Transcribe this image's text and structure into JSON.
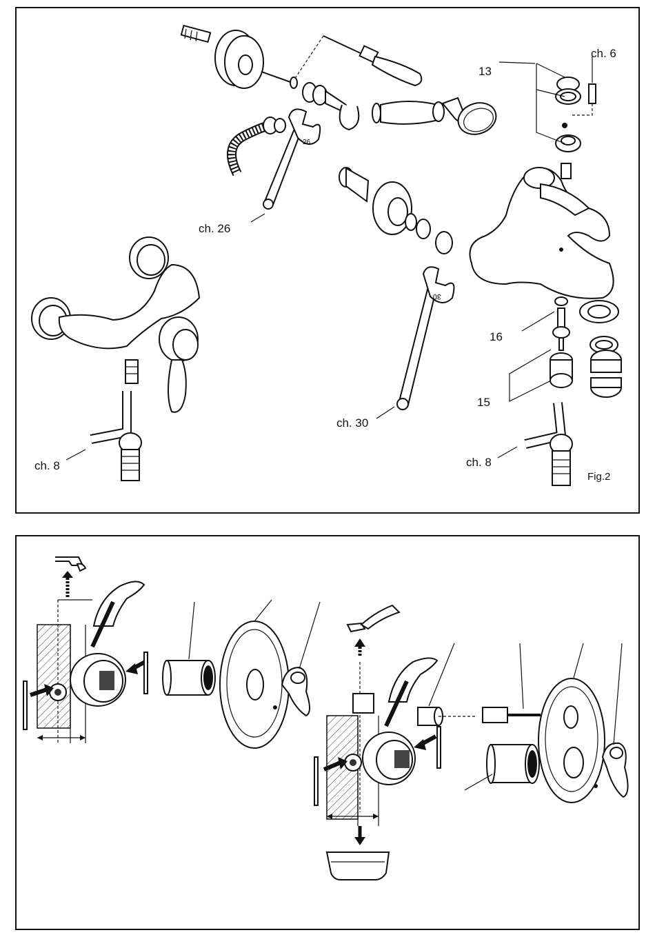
{
  "top_panel": {
    "labels": {
      "ch6": "ch. 6",
      "n13": "13",
      "ch26": "ch. 26",
      "n16": "16",
      "n15": "15",
      "ch30": "ch. 30",
      "ch8_left": "ch. 8",
      "ch8_right": "ch. 8",
      "fig": "Fig.2"
    },
    "wrench_marks": {
      "w26": "26",
      "w30": "30"
    }
  },
  "bottom_panel": {}
}
